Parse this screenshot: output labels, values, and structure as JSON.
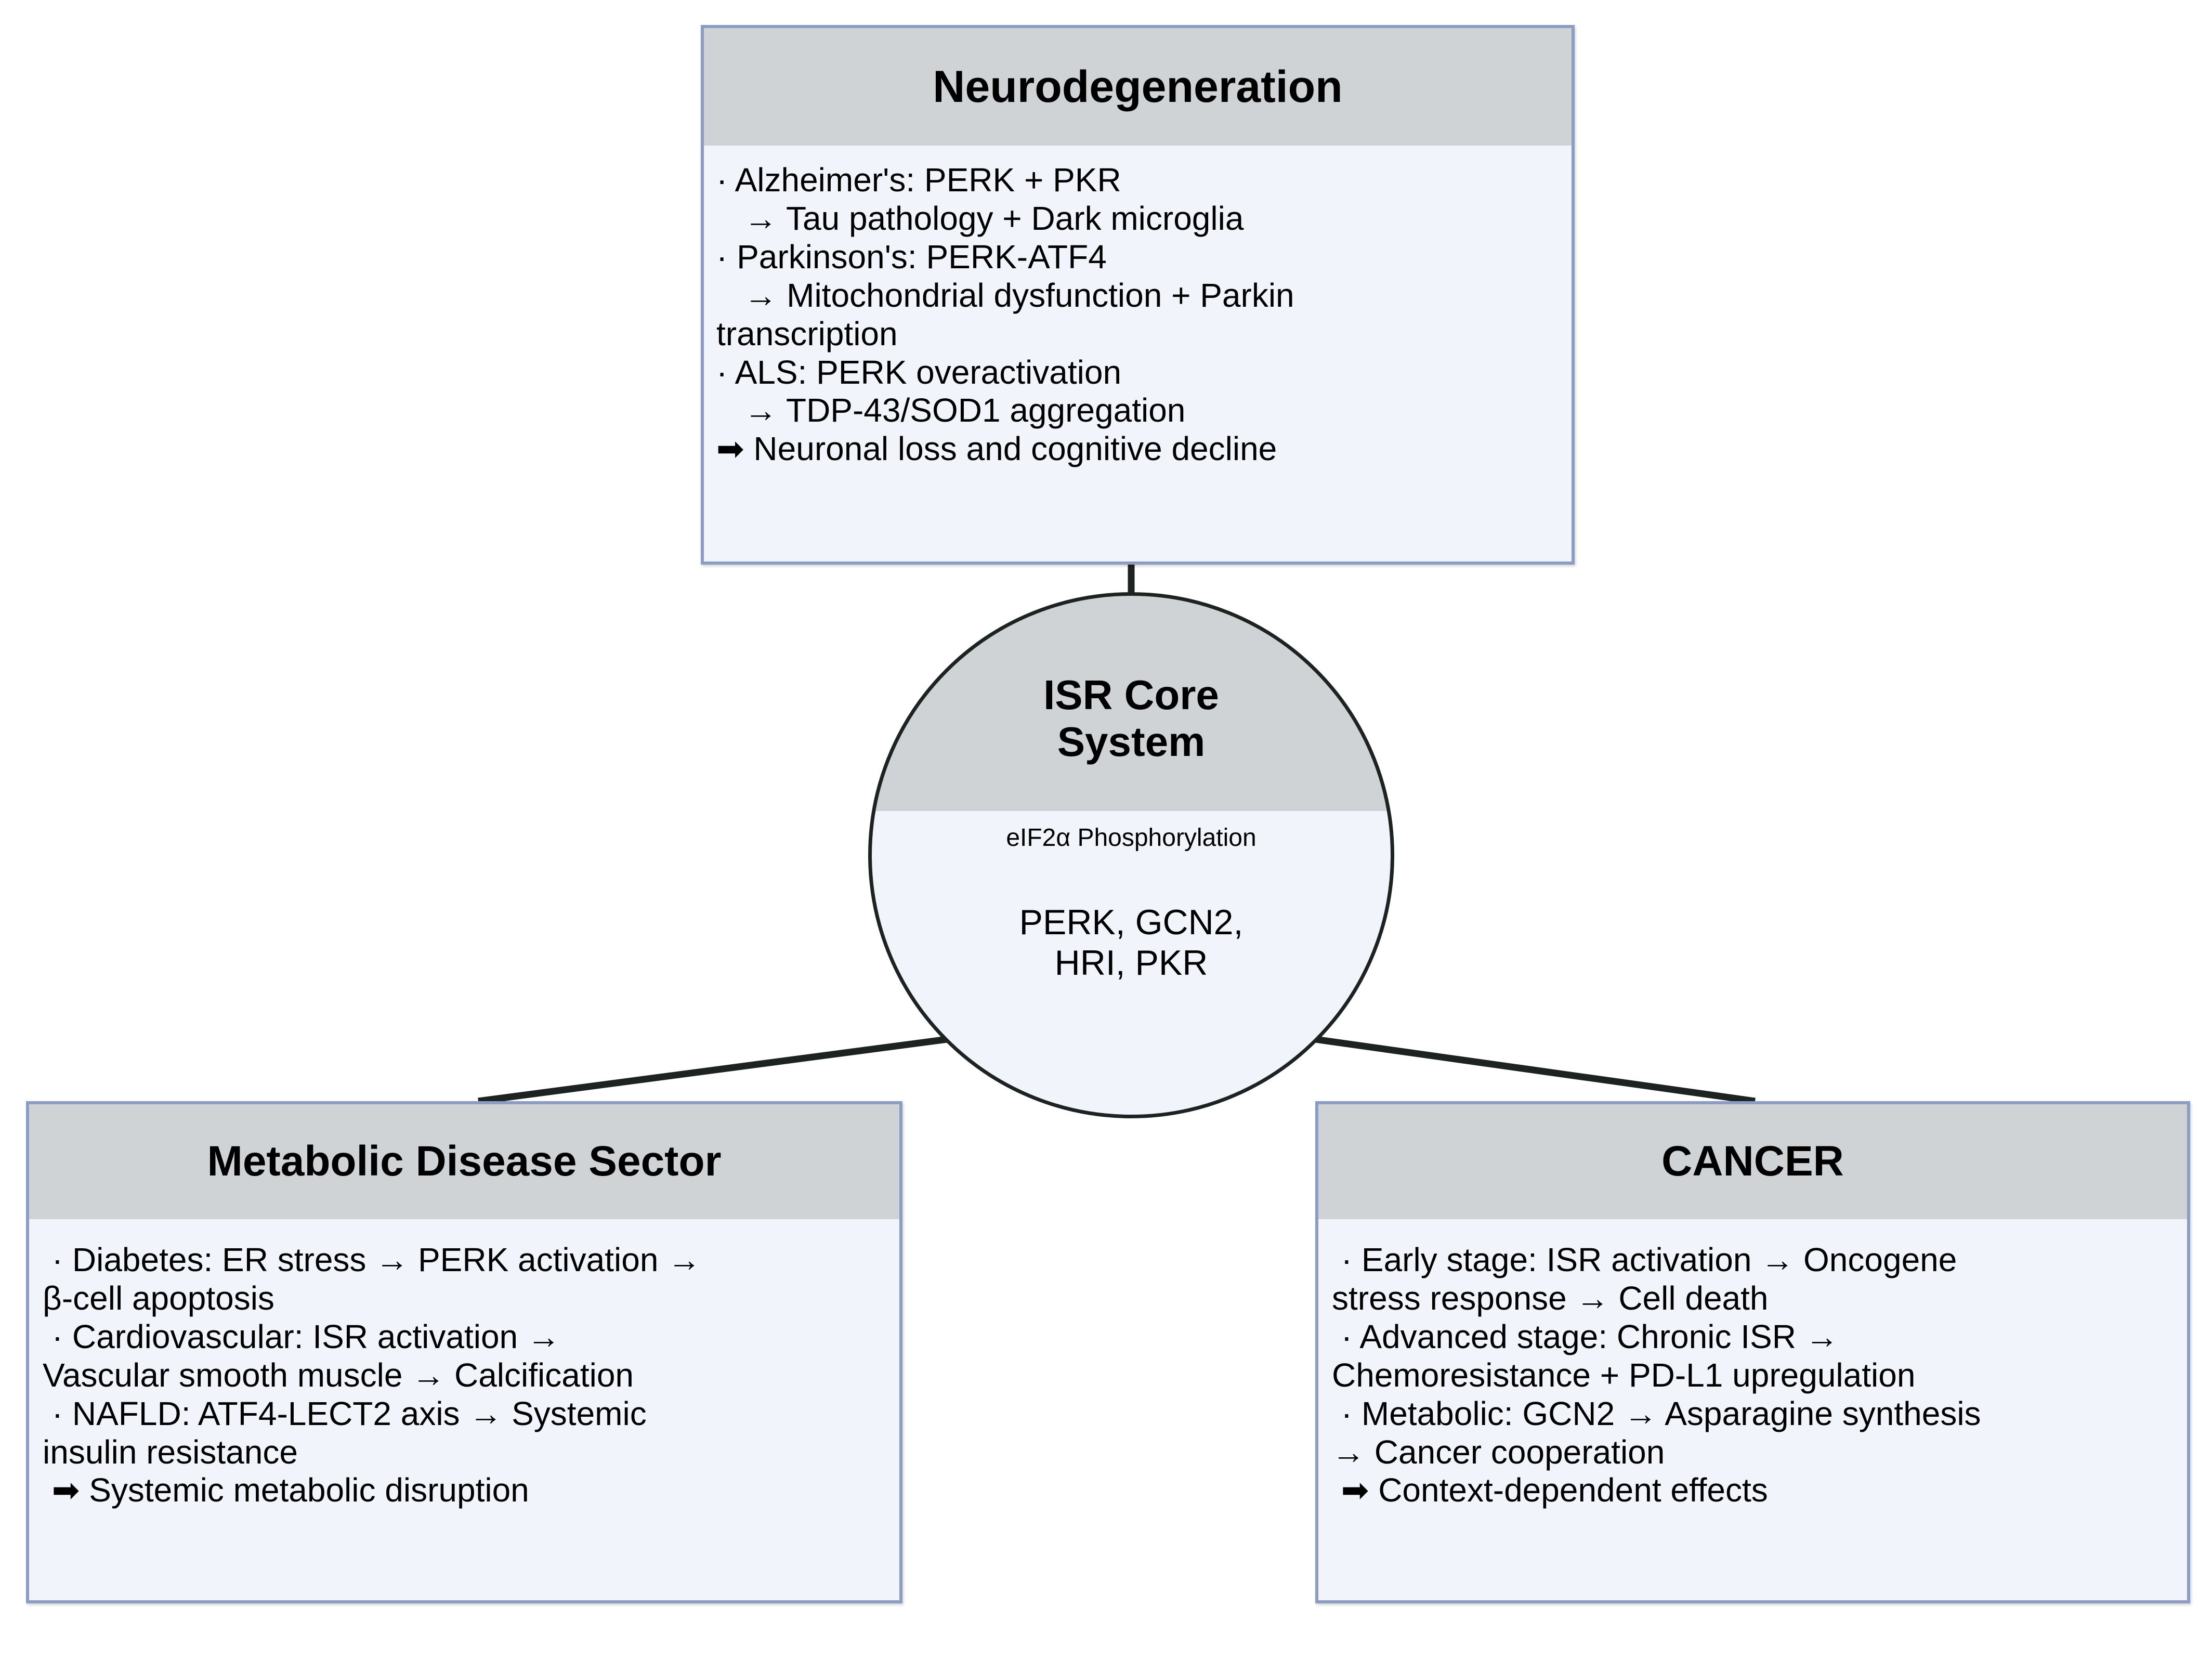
{
  "diagram": {
    "title": "ISR Core System disease map",
    "palette": {
      "box_border": "#8b9dc3",
      "box_header_fill": "#cfd3d6",
      "box_body_fill": "#f1f4fa",
      "circle_stroke": "#1c2320",
      "connector_stroke": "#1c2320",
      "text": "#000000",
      "background": "#ffffff"
    }
  },
  "center_node": {
    "title_line_1": "ISR Core",
    "title_line_2": "System",
    "subtitle": "eIF2α Phosphorylation",
    "kinases_line_1": "PERK, GCN2,",
    "kinases_line_2": "HRI, PKR"
  },
  "nodes": {
    "neurodegeneration": {
      "header": "Neurodegeneration",
      "lines": [
        "· Alzheimer's: PERK + PKR",
        "   → Tau pathology + Dark microglia",
        "· Parkinson's: PERK-ATF4",
        "   → Mitochondrial dysfunction + Parkin",
        "transcription",
        "· ALS: PERK overactivation",
        "   → TDP-43/SOD1 aggregation",
        "➡ Neuronal loss and cognitive decline"
      ]
    },
    "metabolic": {
      "header": "Metabolic Disease Sector",
      "lines": [
        " · Diabetes: ER stress → PERK activation →",
        "β-cell apoptosis",
        " · Cardiovascular: ISR activation →",
        "Vascular smooth muscle → Calcification",
        " · NAFLD: ATF4-LECT2 axis → Systemic",
        "insulin resistance",
        " ➡ Systemic metabolic disruption"
      ]
    },
    "cancer": {
      "header": "CANCER",
      "lines": [
        " · Early stage: ISR activation → Oncogene",
        "stress response → Cell death",
        " · Advanced stage: Chronic ISR →",
        "Chemoresistance + PD-L1 upregulation",
        " · Metabolic: GCN2 → Asparagine synthesis",
        "→ Cancer cooperation",
        " ➡ Context-dependent effects"
      ]
    }
  },
  "connectors": [
    {
      "name": "core-to-neurodegeneration",
      "from": "ISR Core System",
      "to": "Neurodegeneration"
    },
    {
      "name": "core-to-metabolic",
      "from": "ISR Core System",
      "to": "Metabolic Disease Sector"
    },
    {
      "name": "core-to-cancer",
      "from": "ISR Core System",
      "to": "CANCER"
    }
  ]
}
